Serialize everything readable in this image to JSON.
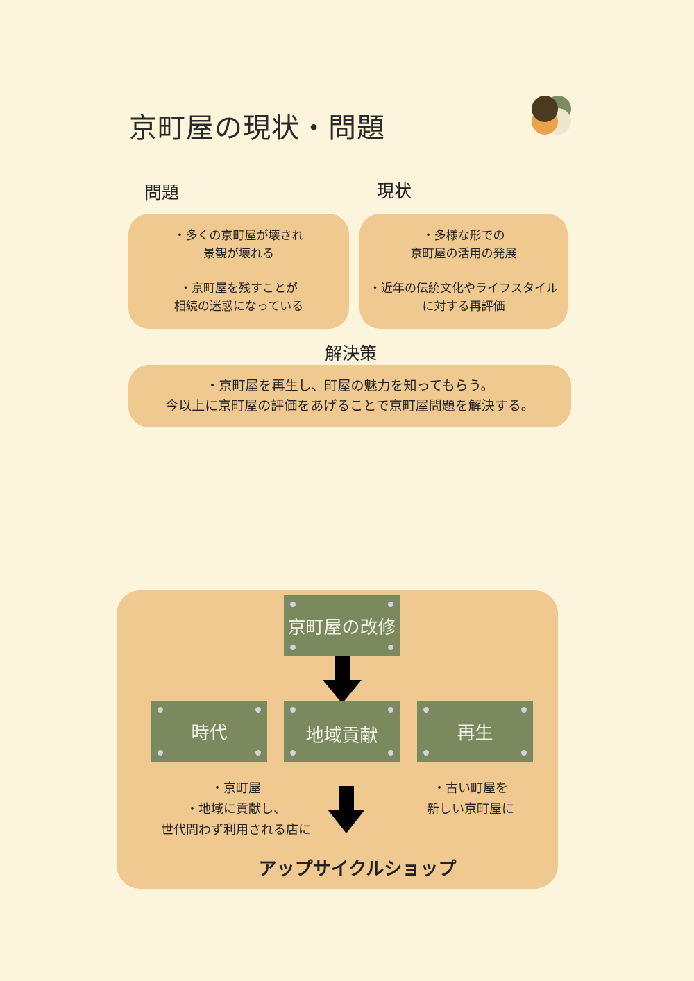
{
  "title": "京町屋の現状・問題",
  "logo": {
    "colors": [
      "#4a3a1f",
      "#7d8a63",
      "#e9a34a",
      "#efe6cf"
    ]
  },
  "problems": {
    "heading": "問題",
    "lines": [
      "・多くの京町屋が壊され",
      "景観が壊れる",
      "・京町屋を残すことが",
      "相続の迷惑になっている"
    ]
  },
  "current": {
    "heading": "現状",
    "lines": [
      "・多様な形での",
      "京町屋の活用の発展",
      "・近年の伝統文化やライフスタイル",
      "に対する再評価"
    ]
  },
  "solution": {
    "heading": "解決策",
    "lines": [
      "・京町屋を再生し、町屋の魅力を知ってもらう。",
      "今以上に京町屋の評価をあげることで京町屋問題を解決する。"
    ]
  },
  "diagram": {
    "top": "京町屋の改修",
    "left": "時代",
    "center": "地域貢献",
    "right": "再生",
    "left_notes": [
      "・京町屋",
      "・地域に貢献し、",
      "世代問わず利用される店に"
    ],
    "right_notes": [
      "・古い町屋を",
      "新しい京町屋に"
    ],
    "result": "アップサイクルショップ"
  }
}
